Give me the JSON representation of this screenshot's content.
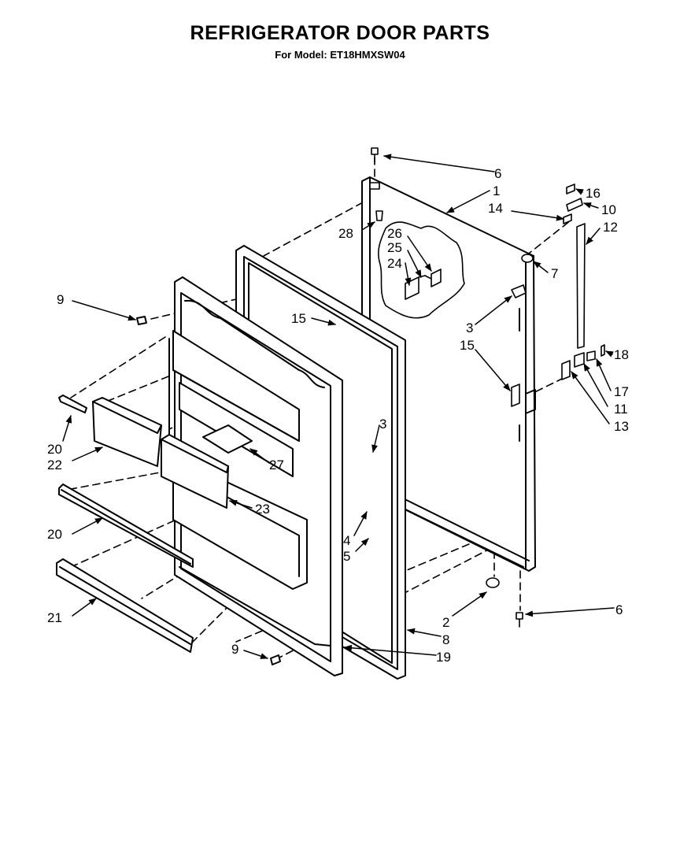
{
  "header": {
    "title": "REFRIGERATOR DOOR PARTS",
    "subtitle": "For Model: ET18HMXSW04"
  },
  "colors": {
    "line": "#000000",
    "background": "#ffffff"
  },
  "callouts": [
    {
      "label": "6"
    },
    {
      "label": "1"
    },
    {
      "label": "16"
    },
    {
      "label": "10"
    },
    {
      "label": "14"
    },
    {
      "label": "12"
    },
    {
      "label": "28"
    },
    {
      "label": "26"
    },
    {
      "label": "25"
    },
    {
      "label": "24"
    },
    {
      "label": "7"
    },
    {
      "label": "9"
    },
    {
      "label": "15"
    },
    {
      "label": "3"
    },
    {
      "label": "15"
    },
    {
      "label": "18"
    },
    {
      "label": "17"
    },
    {
      "label": "11"
    },
    {
      "label": "13"
    },
    {
      "label": "20"
    },
    {
      "label": "22"
    },
    {
      "label": "3"
    },
    {
      "label": "27"
    },
    {
      "label": "23"
    },
    {
      "label": "20"
    },
    {
      "label": "4"
    },
    {
      "label": "5"
    },
    {
      "label": "21"
    },
    {
      "label": "2"
    },
    {
      "label": "6"
    },
    {
      "label": "8"
    },
    {
      "label": "9"
    },
    {
      "label": "19"
    }
  ]
}
